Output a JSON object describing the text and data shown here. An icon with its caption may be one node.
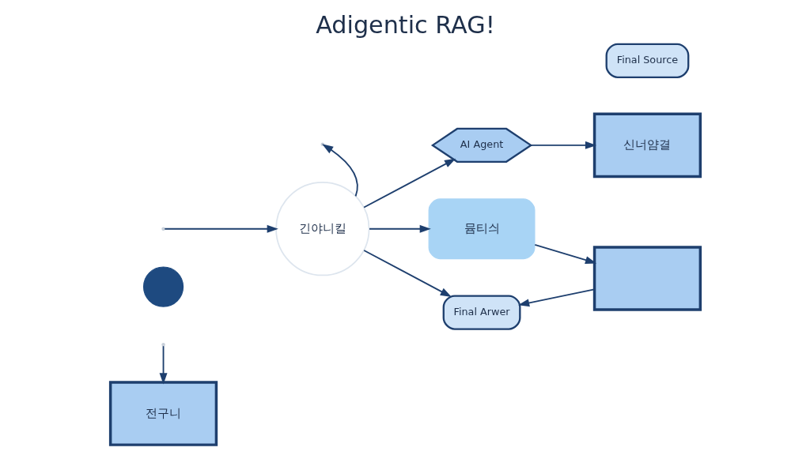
{
  "diagram": {
    "title": "Adigentic RAG!",
    "nodes": [
      {
        "text": [],
        "shape": "person"
      },
      {
        "text": [
          "전구니"
        ]
      },
      {
        "text": [
          "긴야니킬"
        ]
      },
      {
        "text": [
          "AI Agent"
        ]
      },
      {
        "text": [
          "신너얌결"
        ]
      },
      {
        "text": [
          "뮴티싀"
        ]
      },
      {
        "text": [
          "Final Source"
        ]
      },
      {
        "text": [],
        "shape": "box"
      },
      {
        "text": [
          "Final Arwer"
        ]
      }
    ],
    "edges": [
      {
        "from": null,
        "to": 1,
        "arrow": "to"
      },
      {
        "from": null,
        "to": 2,
        "arrow": "to"
      },
      {
        "from": 2,
        "to": null,
        "arrow": "to"
      },
      {
        "from": 2,
        "to": 3,
        "arrow": "to"
      },
      {
        "from": 3,
        "to": 4,
        "arrow": "to"
      },
      {
        "from": 2,
        "to": 5,
        "arrow": "to"
      },
      {
        "from": 2,
        "to": 8,
        "arrow": "to"
      },
      {
        "from": 5,
        "to": 7,
        "arrow": "to"
      },
      {
        "from": 7,
        "to": 8,
        "arrow": "to"
      }
    ]
  }
}
